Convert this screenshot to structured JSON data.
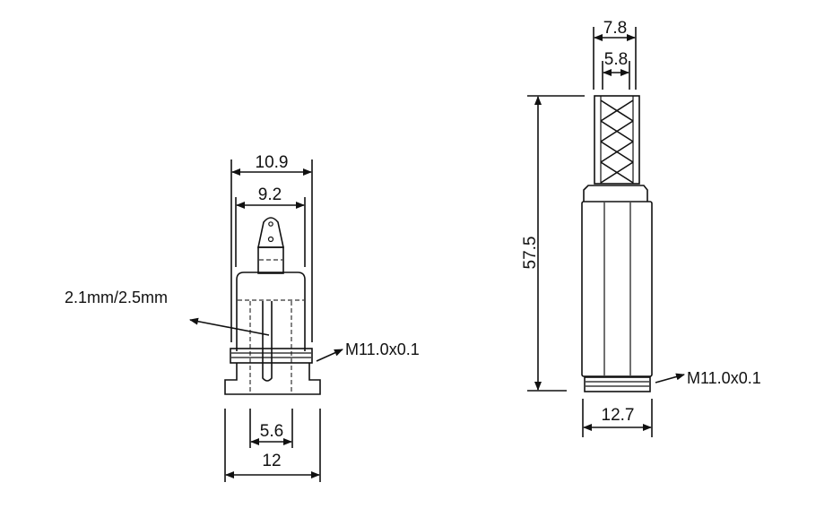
{
  "left_view": {
    "dims": {
      "outer_width": "10.9",
      "inner_width": "9.2",
      "slot_width": "5.6",
      "base_width": "12"
    },
    "pin_label": "2.1mm/2.5mm",
    "thread_label": "M11.0x0.1"
  },
  "right_view": {
    "dims": {
      "knurl_outer": "7.8",
      "knurl_inner": "5.8",
      "length": "57.5",
      "body_width": "12.7"
    },
    "thread_label": "M11.0x0.1"
  }
}
